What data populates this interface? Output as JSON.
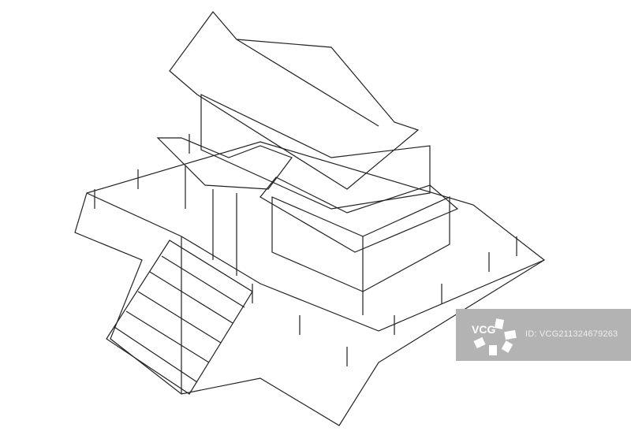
{
  "image": {
    "subject": "Line-art illustration of a traditional Chinese temple pavilion on a raised balustraded platform with a staircase",
    "style": "black ink line drawing on white background"
  },
  "watermark": {
    "brand": "VCG",
    "id_text": "ID: VCG211324679263",
    "background": "#b3b3b3",
    "text_color": "#ffffff"
  }
}
